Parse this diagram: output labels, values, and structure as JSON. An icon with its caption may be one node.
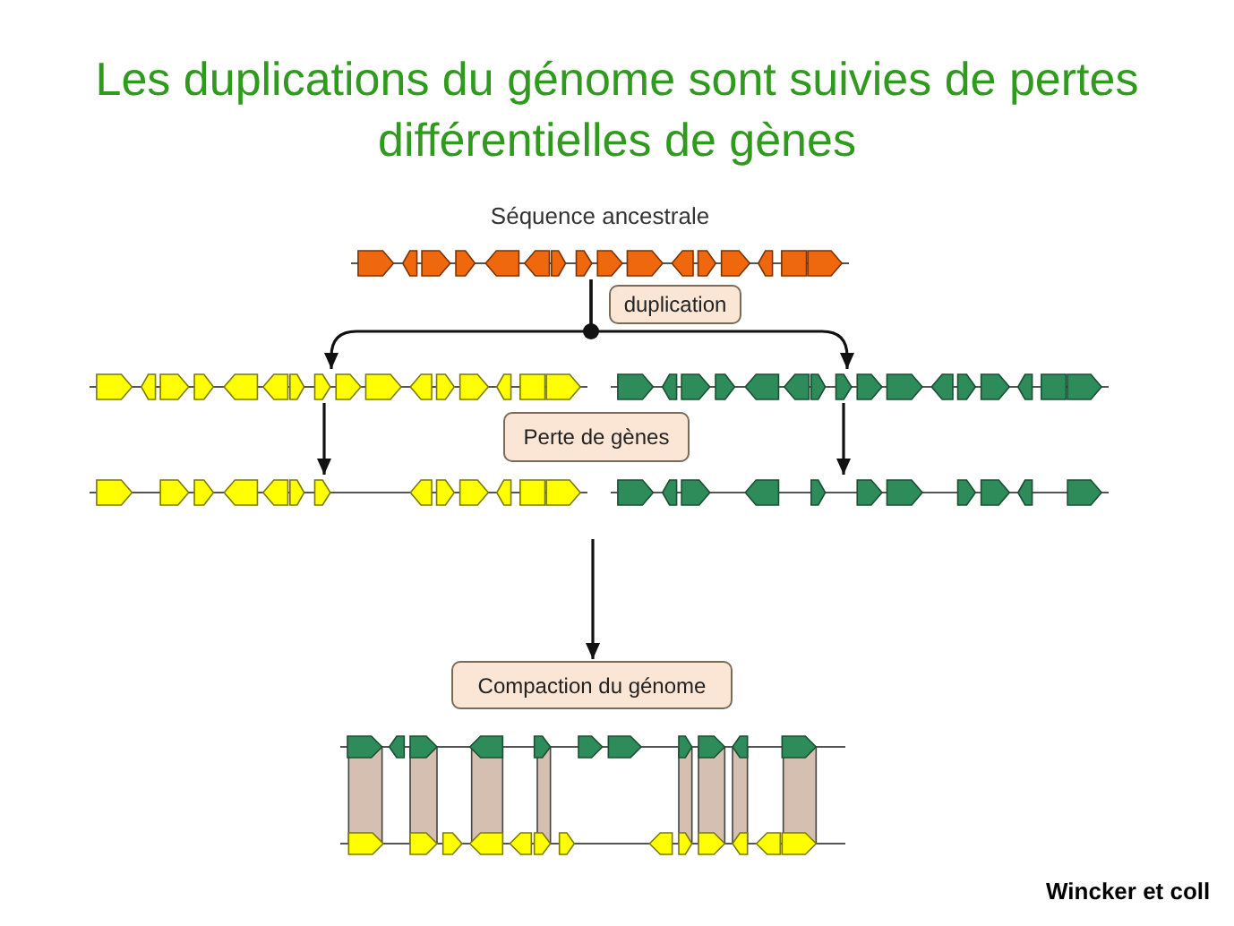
{
  "diagram": {
    "title": "Les duplications du génome sont suivies de pertes  différentielles de gènes",
    "nodes": [
      {
        "text": [
          "Séquence ancestrale"
        ]
      },
      {
        "text": [],
        "shape": "bar"
      },
      {
        "text": [],
        "shape": "bar"
      },
      {
        "text": [],
        "shape": "bar"
      },
      {
        "text": [],
        "shape": "bar"
      },
      {
        "text": [],
        "shape": "bar"
      },
      {
        "text": [
          "duplication"
        ]
      },
      {
        "text": [
          "Perte de gènes"
        ]
      },
      {
        "text": [
          "Compaction du génome"
        ]
      }
    ],
    "edges": [
      {
        "from": 0,
        "to": 1,
        "arrow": "to"
      },
      {
        "from": 0,
        "to": 2,
        "arrow": "to"
      },
      {
        "from": 1,
        "to": 3,
        "arrow": "to"
      },
      {
        "from": 2,
        "to": 4,
        "arrow": "to"
      },
      {
        "from": null,
        "to": 8,
        "arrow": "to"
      }
    ],
    "labels": [
      "Wincker et coll"
    ]
  }
}
